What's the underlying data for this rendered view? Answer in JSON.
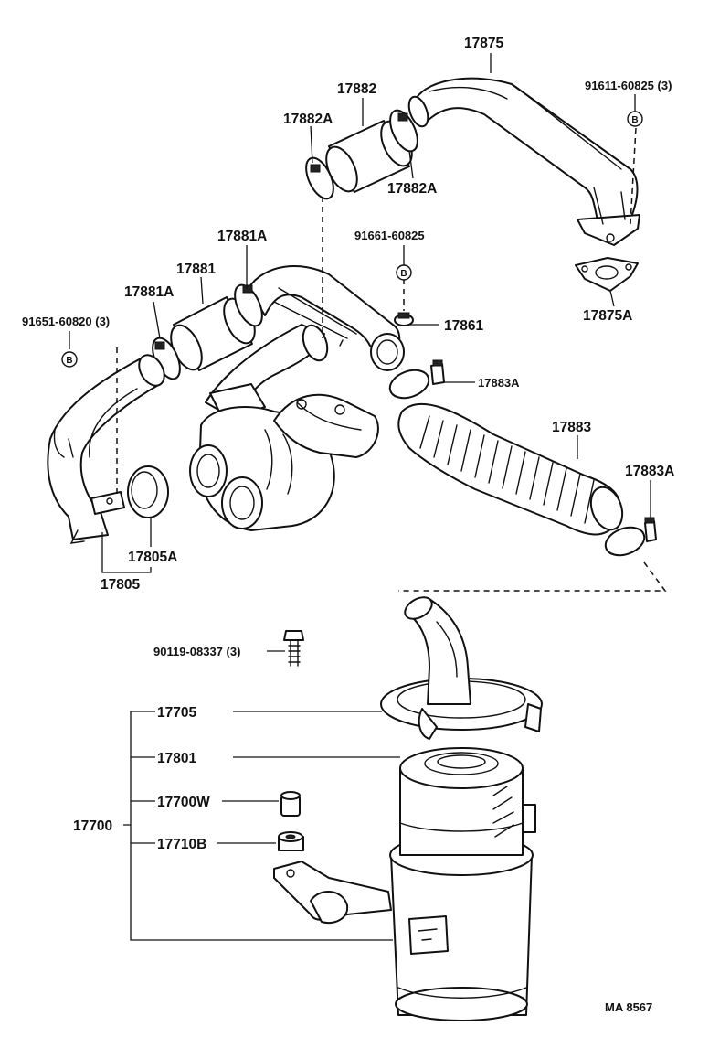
{
  "labels": {
    "p17875": "17875",
    "p91611": "91611-60825 (3)",
    "p17882": "17882",
    "p17882A_left": "17882A",
    "p17882A_right": "17882A",
    "p17881A_top": "17881A",
    "p91661": "91661-60825",
    "p17881": "17881",
    "p17881A_left": "17881A",
    "p91651": "91651-60820 (3)",
    "p17861": "17861",
    "p17875A": "17875A",
    "p17883A_top": "17883A",
    "p17883": "17883",
    "p17883A_right": "17883A",
    "p17805A": "17805A",
    "p17805": "17805",
    "p90119": "90119-08337 (3)",
    "p17705": "17705",
    "p17801": "17801",
    "p17700W": "17700W",
    "p17700": "17700",
    "p17710B": "17710B",
    "code": "MA  8567"
  },
  "markers": {
    "b": "B"
  }
}
